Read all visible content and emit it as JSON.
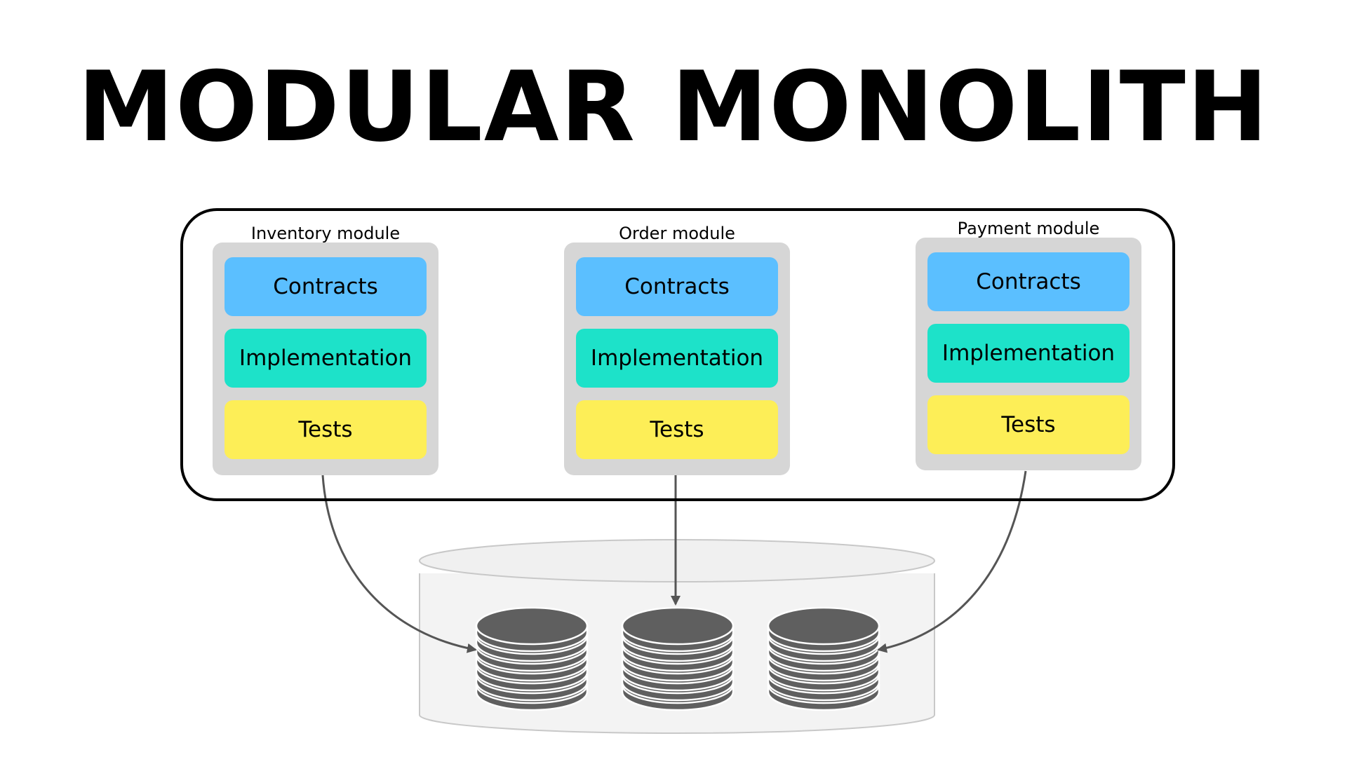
{
  "title": "MODULAR MONOLITH",
  "modules": [
    {
      "label": "Inventory module",
      "layers": {
        "contracts": "Contracts",
        "implementation": "Implementation",
        "tests": "Tests"
      }
    },
    {
      "label": "Order module",
      "layers": {
        "contracts": "Contracts",
        "implementation": "Implementation",
        "tests": "Tests"
      }
    },
    {
      "label": "Payment module",
      "layers": {
        "contracts": "Contracts",
        "implementation": "Implementation",
        "tests": "Tests"
      }
    }
  ],
  "colors": {
    "contracts": "#5bbfff",
    "implementation": "#1de2c9",
    "tests": "#fdee57",
    "module_bg": "#d6d6d6",
    "database_store": "#5f5f5f",
    "database_container": "#f3f3f3",
    "arrow": "#555555"
  },
  "icons": {
    "database_container": "cylinder-container-icon",
    "data_store": "database-stack-icon"
  }
}
